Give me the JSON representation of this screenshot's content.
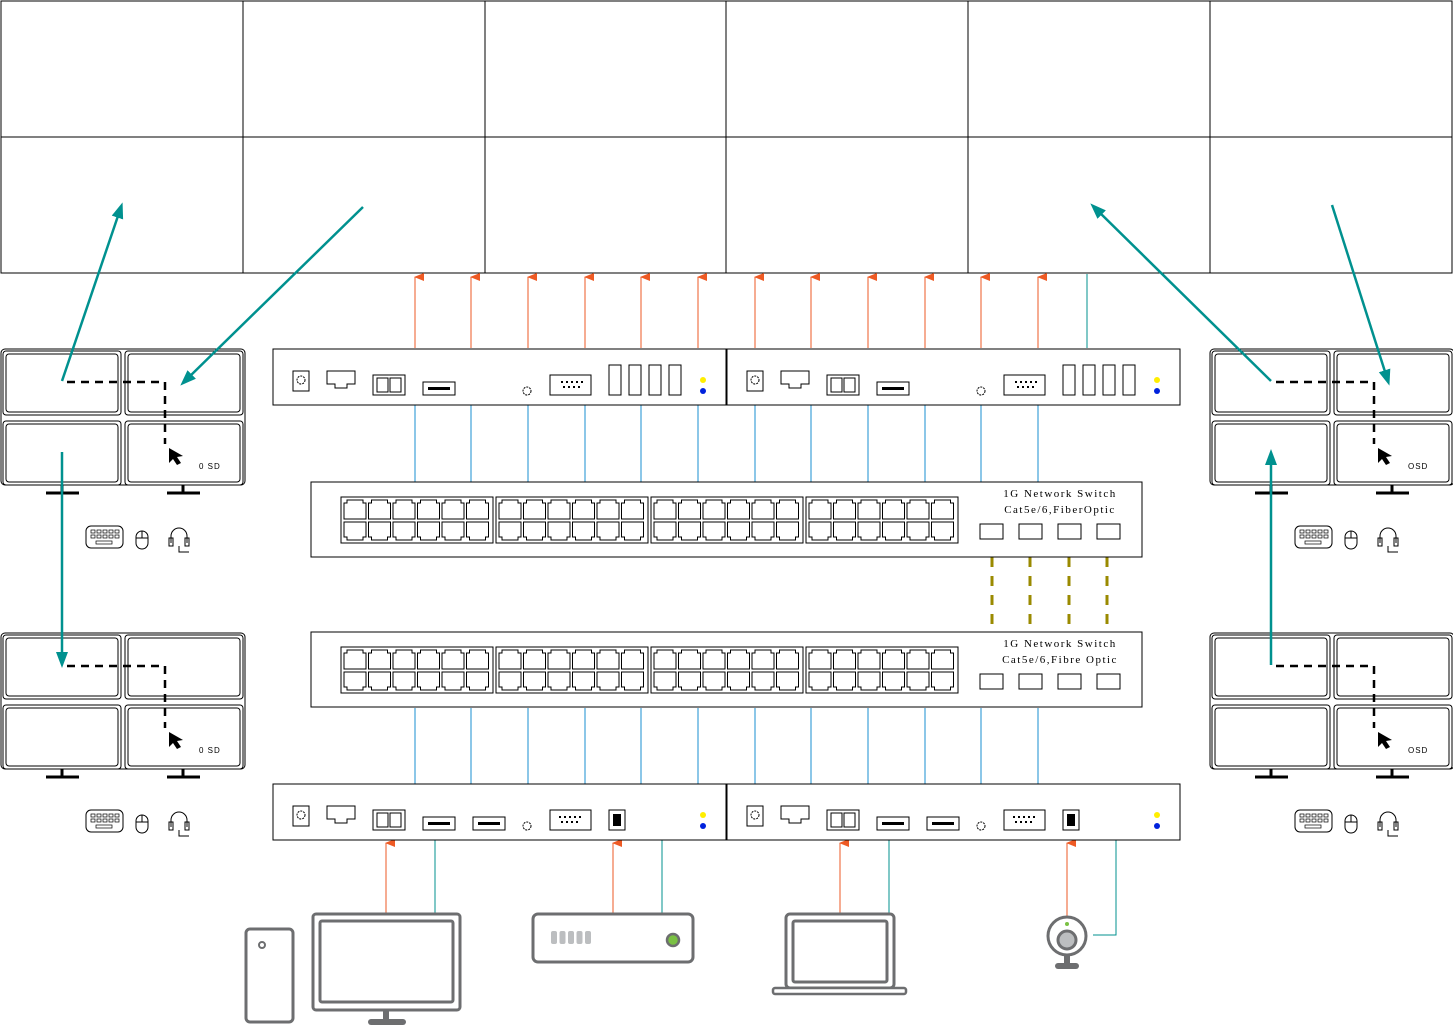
{
  "colors": {
    "video": "#ee5a24",
    "network": "#1a8fd0",
    "control": "#00918f",
    "fiber": "#9a8a00",
    "device": "#6d6e70",
    "led_yellow": "#ffee00",
    "led_blue": "#0022dd",
    "led_green": "#7ac143"
  },
  "video_wall": {
    "columns": 6,
    "rows": 2
  },
  "switches": [
    {
      "name": "top-switch",
      "line1": "1G Network Switch",
      "line2": "Cat5e/6,FiberOptic",
      "port_groups": 4,
      "ports_per_group": 12,
      "sfp_ports": 4
    },
    {
      "name": "bottom-switch",
      "line1": "1G Network Switch",
      "line2": "Cat5e/6,Fibre Optic",
      "port_groups": 4,
      "ports_per_group": 12,
      "sfp_ports": 4
    }
  ],
  "workstations": [
    {
      "position": "top-left",
      "osd_label": "0 SD"
    },
    {
      "position": "bottom-left",
      "osd_label": "0 SD"
    },
    {
      "position": "top-right",
      "osd_label": "OSD"
    },
    {
      "position": "bottom-right",
      "osd_label": "OSD"
    }
  ],
  "decoders": {
    "count": 2,
    "video_outputs_each": 6
  },
  "encoders": {
    "count": 2
  },
  "sources": [
    "desktop-tower",
    "monitor",
    "media-player",
    "laptop",
    "webcam"
  ]
}
